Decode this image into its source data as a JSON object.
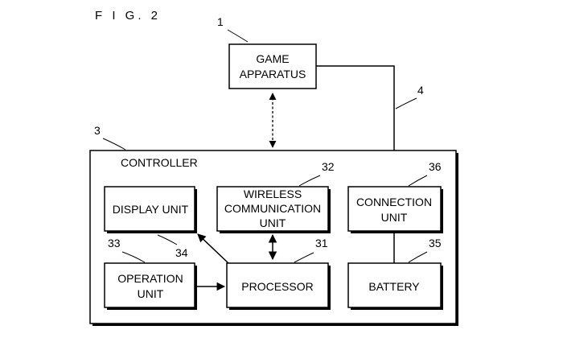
{
  "figure_label": "F I G. 2",
  "boxes": {
    "game_apparatus": {
      "ref": "1",
      "lines": [
        "GAME",
        "APPARATUS"
      ]
    },
    "controller": {
      "ref": "3",
      "label": "CONTROLLER"
    },
    "display_unit": {
      "ref": "34",
      "lines": [
        "DISPLAY UNIT"
      ]
    },
    "wireless": {
      "ref": "32",
      "lines": [
        "WIRELESS",
        "COMMUNICATION",
        "UNIT"
      ]
    },
    "connection_unit": {
      "ref": "36",
      "lines": [
        "CONNECTION",
        "UNIT"
      ]
    },
    "operation_unit": {
      "ref": "33",
      "lines": [
        "OPERATION",
        "UNIT"
      ]
    },
    "processor": {
      "ref": "31",
      "lines": [
        "PROCESSOR"
      ]
    },
    "battery": {
      "ref": "35",
      "lines": [
        "BATTERY"
      ]
    }
  },
  "cable": {
    "ref": "4"
  }
}
